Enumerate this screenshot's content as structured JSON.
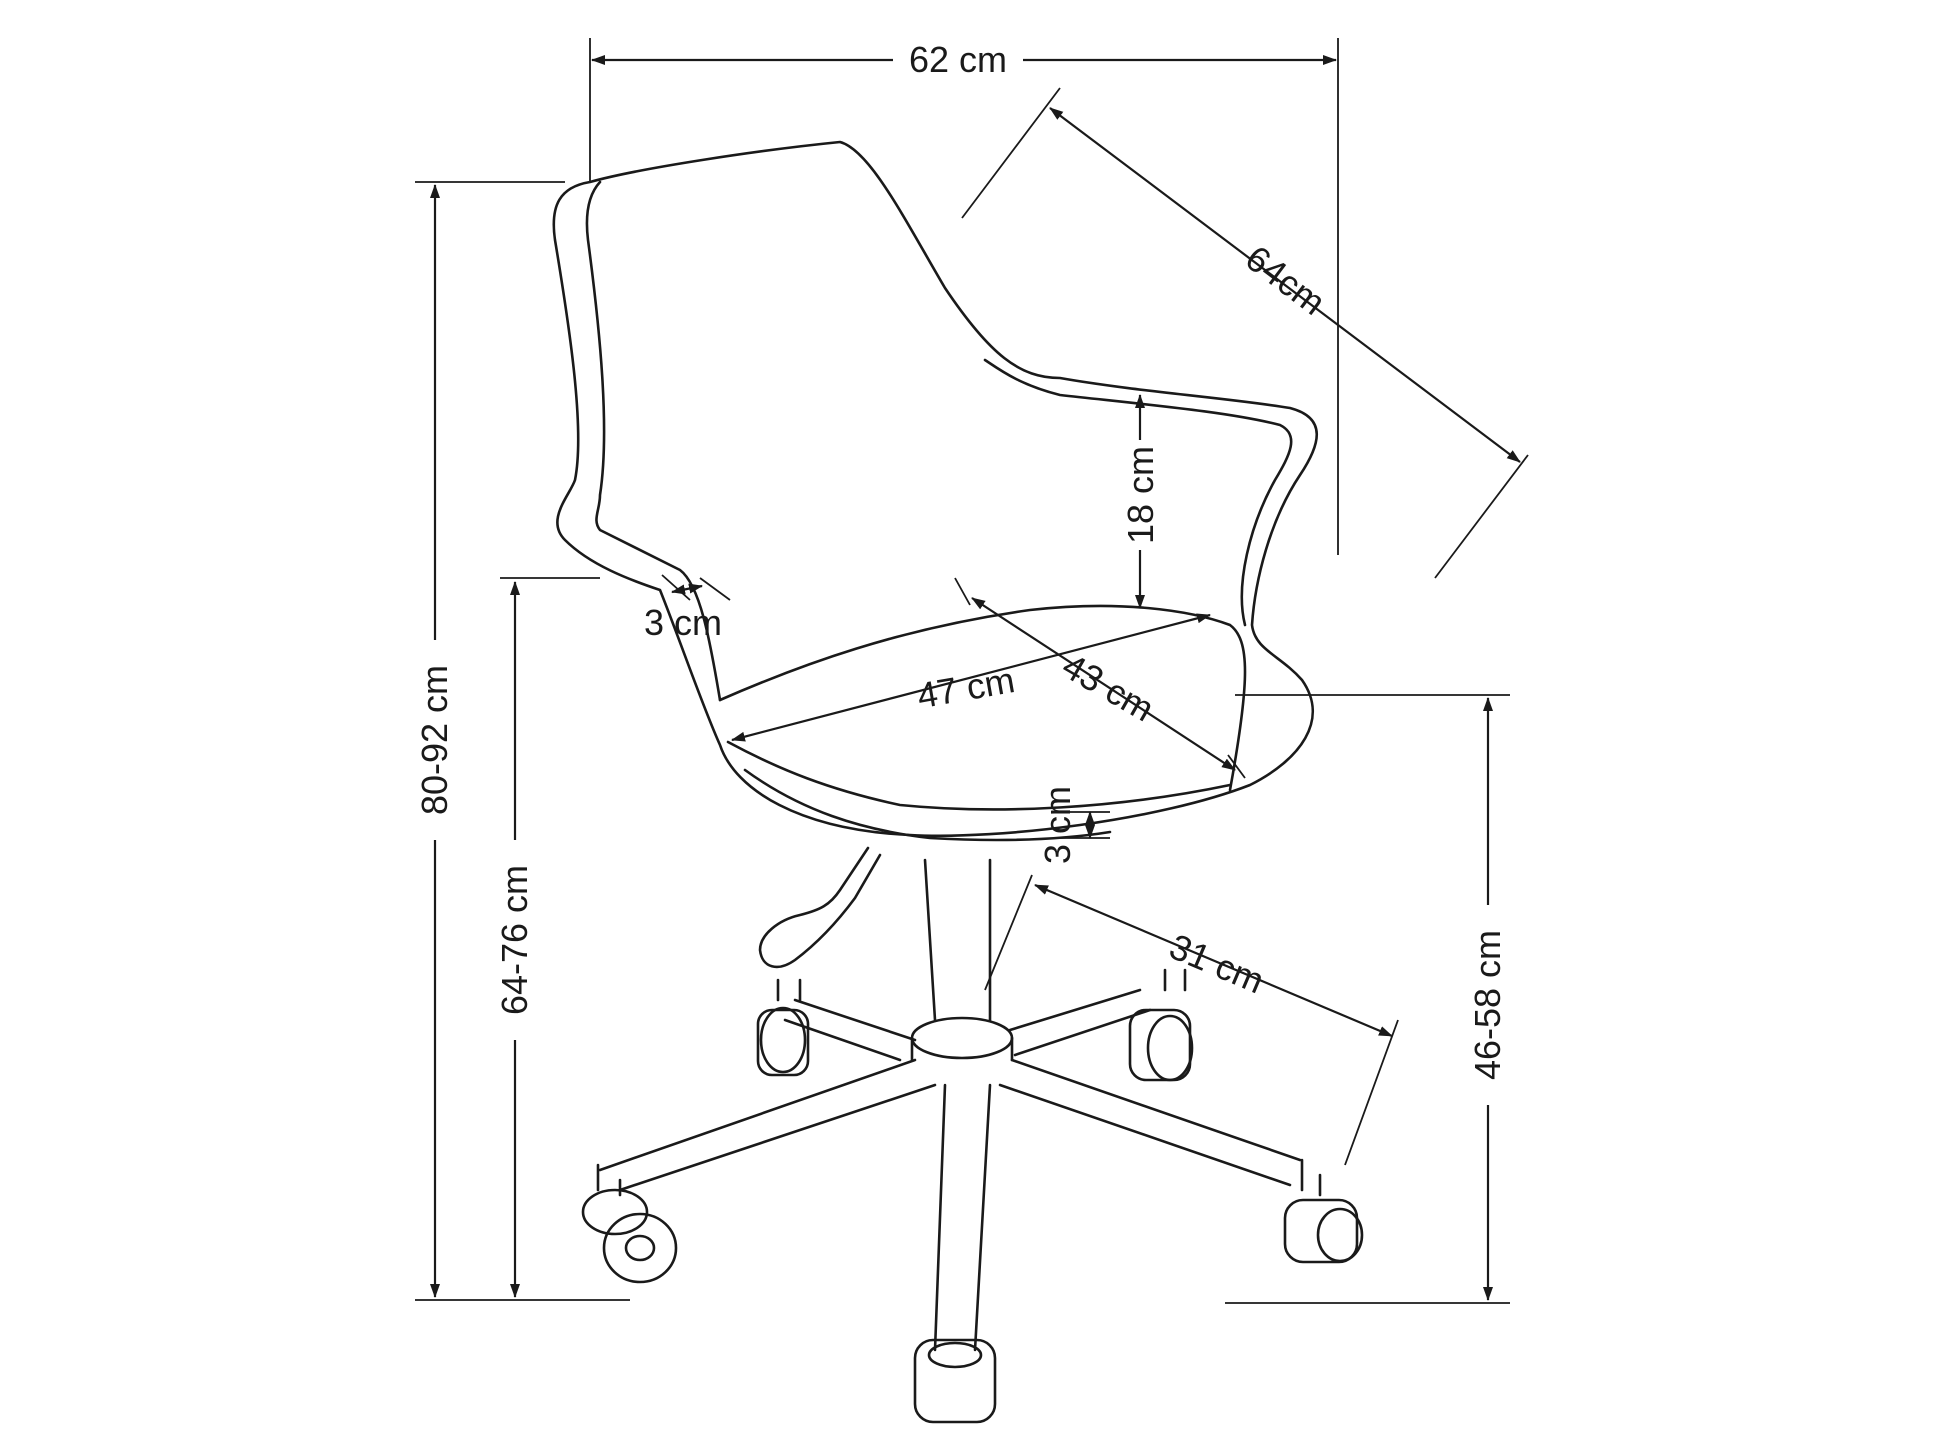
{
  "dimensions": {
    "width_overall": "62 cm",
    "depth_diagonal": "64cm",
    "armrest_height": "18 cm",
    "backrest_thickness": "3 cm",
    "seat_width": "47 cm",
    "seat_depth": "43 cm",
    "seat_thickness": "3 cm",
    "base_radius": "31 cm",
    "total_height": "80-92 cm",
    "armrest_floor_height": "64-76 cm",
    "seat_height": "46-58 cm"
  },
  "colors": {
    "line": "#1a1a1a",
    "background": "#ffffff"
  }
}
